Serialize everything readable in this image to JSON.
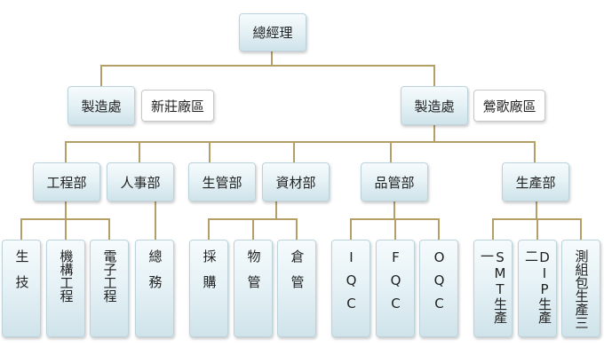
{
  "org": {
    "root": "總經理",
    "branches": [
      {
        "label": "製造處",
        "plant": "新莊廠區"
      },
      {
        "label": "製造處",
        "plant": "鶯歌廠區"
      }
    ],
    "departments": [
      "工程部",
      "人事部",
      "生管部",
      "資材部",
      "品管部",
      "生產部"
    ],
    "units": [
      "生技",
      "機構工程",
      "電子工程",
      "總務",
      "採購",
      "物管",
      "倉管",
      "IQC",
      "FQC",
      "OQC",
      "SMT生產一",
      "DIP生產二",
      "測組包生產三"
    ]
  },
  "colors": {
    "connector": "#b4a067",
    "box_border": "#bcd3dc",
    "box_fill": "#e6f2f6"
  }
}
